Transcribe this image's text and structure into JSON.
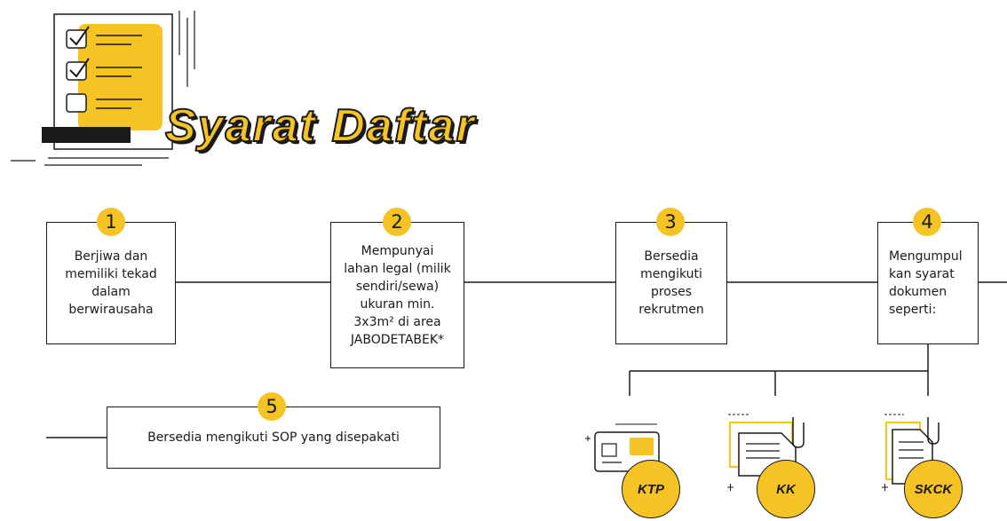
{
  "title": "Syarat Daftar",
  "accent_color": "#f5c324",
  "steps": [
    {
      "number": "1",
      "text": "Berjiwa dan\nmemiliki tekad\ndalam\nberwirausaha"
    },
    {
      "number": "2",
      "text": "Mempunyai\nlahan legal (milik\nsendiri/sewa)\nukuran min.\n3x3m² di area\nJABODETABEK*"
    },
    {
      "number": "3",
      "text": "Bersedia\nmengikuti\nproses\nrekrutmen"
    },
    {
      "number": "4",
      "text": "Mengumpul\nkan syarat\ndokumen\nseperti:"
    },
    {
      "number": "5",
      "text": "Bersedia mengikuti SOP yang disepakati"
    }
  ],
  "documents": [
    {
      "label": "KTP",
      "icon": "id-card-icon"
    },
    {
      "label": "KK",
      "icon": "document-clip-icon"
    },
    {
      "label": "SKCK",
      "icon": "document-clip-icon"
    }
  ]
}
